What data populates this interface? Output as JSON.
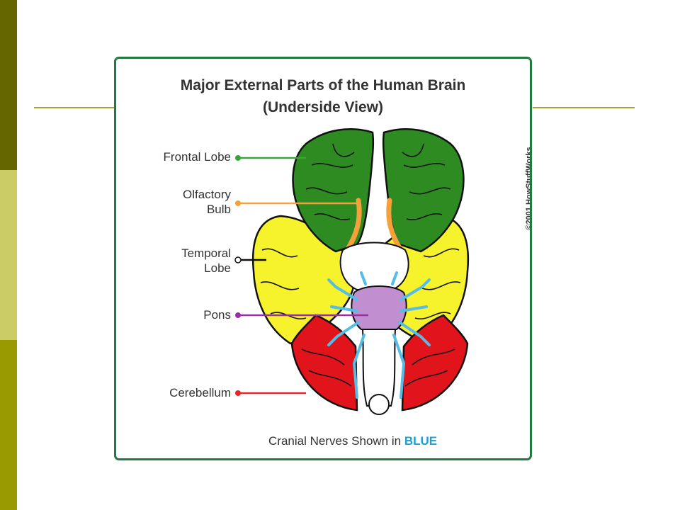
{
  "title": {
    "line1": "Major External Parts of the Human Brain",
    "line2": "(Underside View)"
  },
  "copyright": "©2001 HowStuffWorks",
  "labels": {
    "frontal": {
      "line1": "Frontal Lobe",
      "color": "#3aa33a"
    },
    "olfactory": {
      "line1": "Olfactory",
      "line2": "Bulb",
      "color": "#f5a13b"
    },
    "temporal": {
      "line1": "Temporal",
      "line2": "Lobe",
      "color": "#f2ef2e"
    },
    "pons": {
      "line1": "Pons",
      "color": "#9b2fa3"
    },
    "cerebellum": {
      "line1": "Cerebellum",
      "color": "#e8262a"
    }
  },
  "footer": {
    "prefix": "Cranial Nerves Shown in",
    "highlight": "BLUE",
    "highlight_color": "#1e9fd6"
  },
  "colors": {
    "frontal_fill": "#2e8b22",
    "temporal_fill": "#f6f22b",
    "cerebellum_fill": "#e0141a",
    "pons_fill": "#c18fd0",
    "nerve_fill": "#55bde6",
    "olfactory_fill": "#f5a13b",
    "border": "#217a3f",
    "accent_bar_dark": "#666600",
    "accent_bar_light": "#cccc66",
    "accent_bar_mid": "#999900"
  }
}
